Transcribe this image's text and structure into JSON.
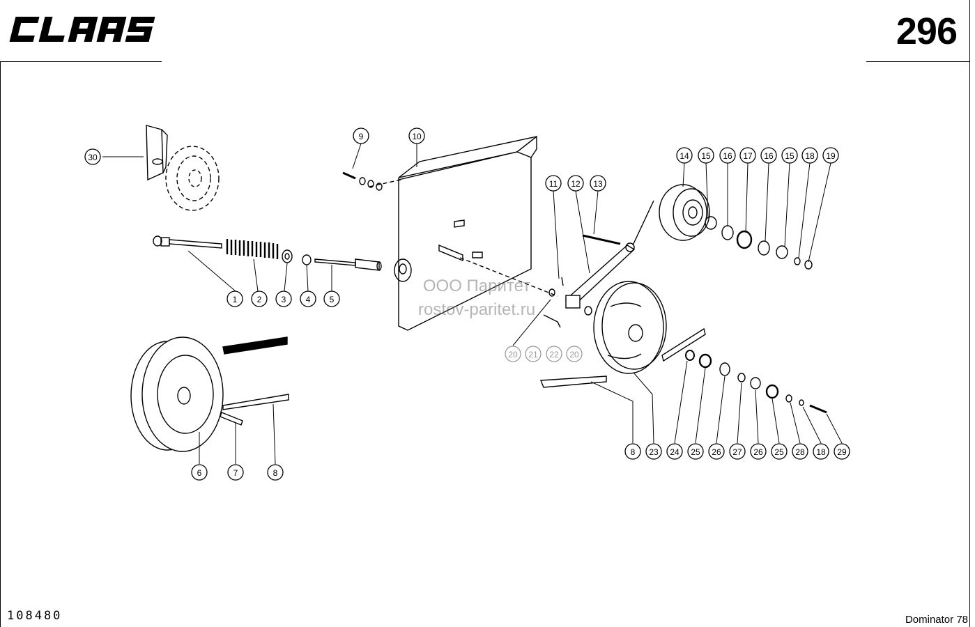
{
  "header": {
    "logo_text": "CLAAS",
    "page_number": "296"
  },
  "footer": {
    "doc_code": "108480",
    "model": "Dominator 78"
  },
  "watermark": {
    "line1": "ООО Паритет",
    "line2": "rostov-paritet.ru"
  },
  "callouts": [
    {
      "id": "30",
      "label": "30"
    },
    {
      "id": "1",
      "label": "1"
    },
    {
      "id": "2",
      "label": "2"
    },
    {
      "id": "3",
      "label": "3"
    },
    {
      "id": "4",
      "label": "4"
    },
    {
      "id": "5",
      "label": "5"
    },
    {
      "id": "9",
      "label": "9"
    },
    {
      "id": "10",
      "label": "10"
    },
    {
      "id": "11",
      "label": "11"
    },
    {
      "id": "12",
      "label": "12"
    },
    {
      "id": "13",
      "label": "13"
    },
    {
      "id": "14",
      "label": "14"
    },
    {
      "id": "15a",
      "label": "15"
    },
    {
      "id": "16a",
      "label": "16"
    },
    {
      "id": "17",
      "label": "17"
    },
    {
      "id": "16b",
      "label": "16"
    },
    {
      "id": "15b",
      "label": "15"
    },
    {
      "id": "18a",
      "label": "18"
    },
    {
      "id": "19",
      "label": "19"
    },
    {
      "id": "20a",
      "label": "20"
    },
    {
      "id": "21",
      "label": "21"
    },
    {
      "id": "22",
      "label": "22"
    },
    {
      "id": "20b",
      "label": "20"
    },
    {
      "id": "6",
      "label": "6"
    },
    {
      "id": "7",
      "label": "7"
    },
    {
      "id": "8a",
      "label": "8"
    },
    {
      "id": "8b",
      "label": "8"
    },
    {
      "id": "23",
      "label": "23"
    },
    {
      "id": "24",
      "label": "24"
    },
    {
      "id": "25a",
      "label": "25"
    },
    {
      "id": "26a",
      "label": "26"
    },
    {
      "id": "27",
      "label": "27"
    },
    {
      "id": "26b",
      "label": "26"
    },
    {
      "id": "25b",
      "label": "25"
    },
    {
      "id": "28",
      "label": "28"
    },
    {
      "id": "18b",
      "label": "18"
    },
    {
      "id": "29",
      "label": "29"
    }
  ]
}
